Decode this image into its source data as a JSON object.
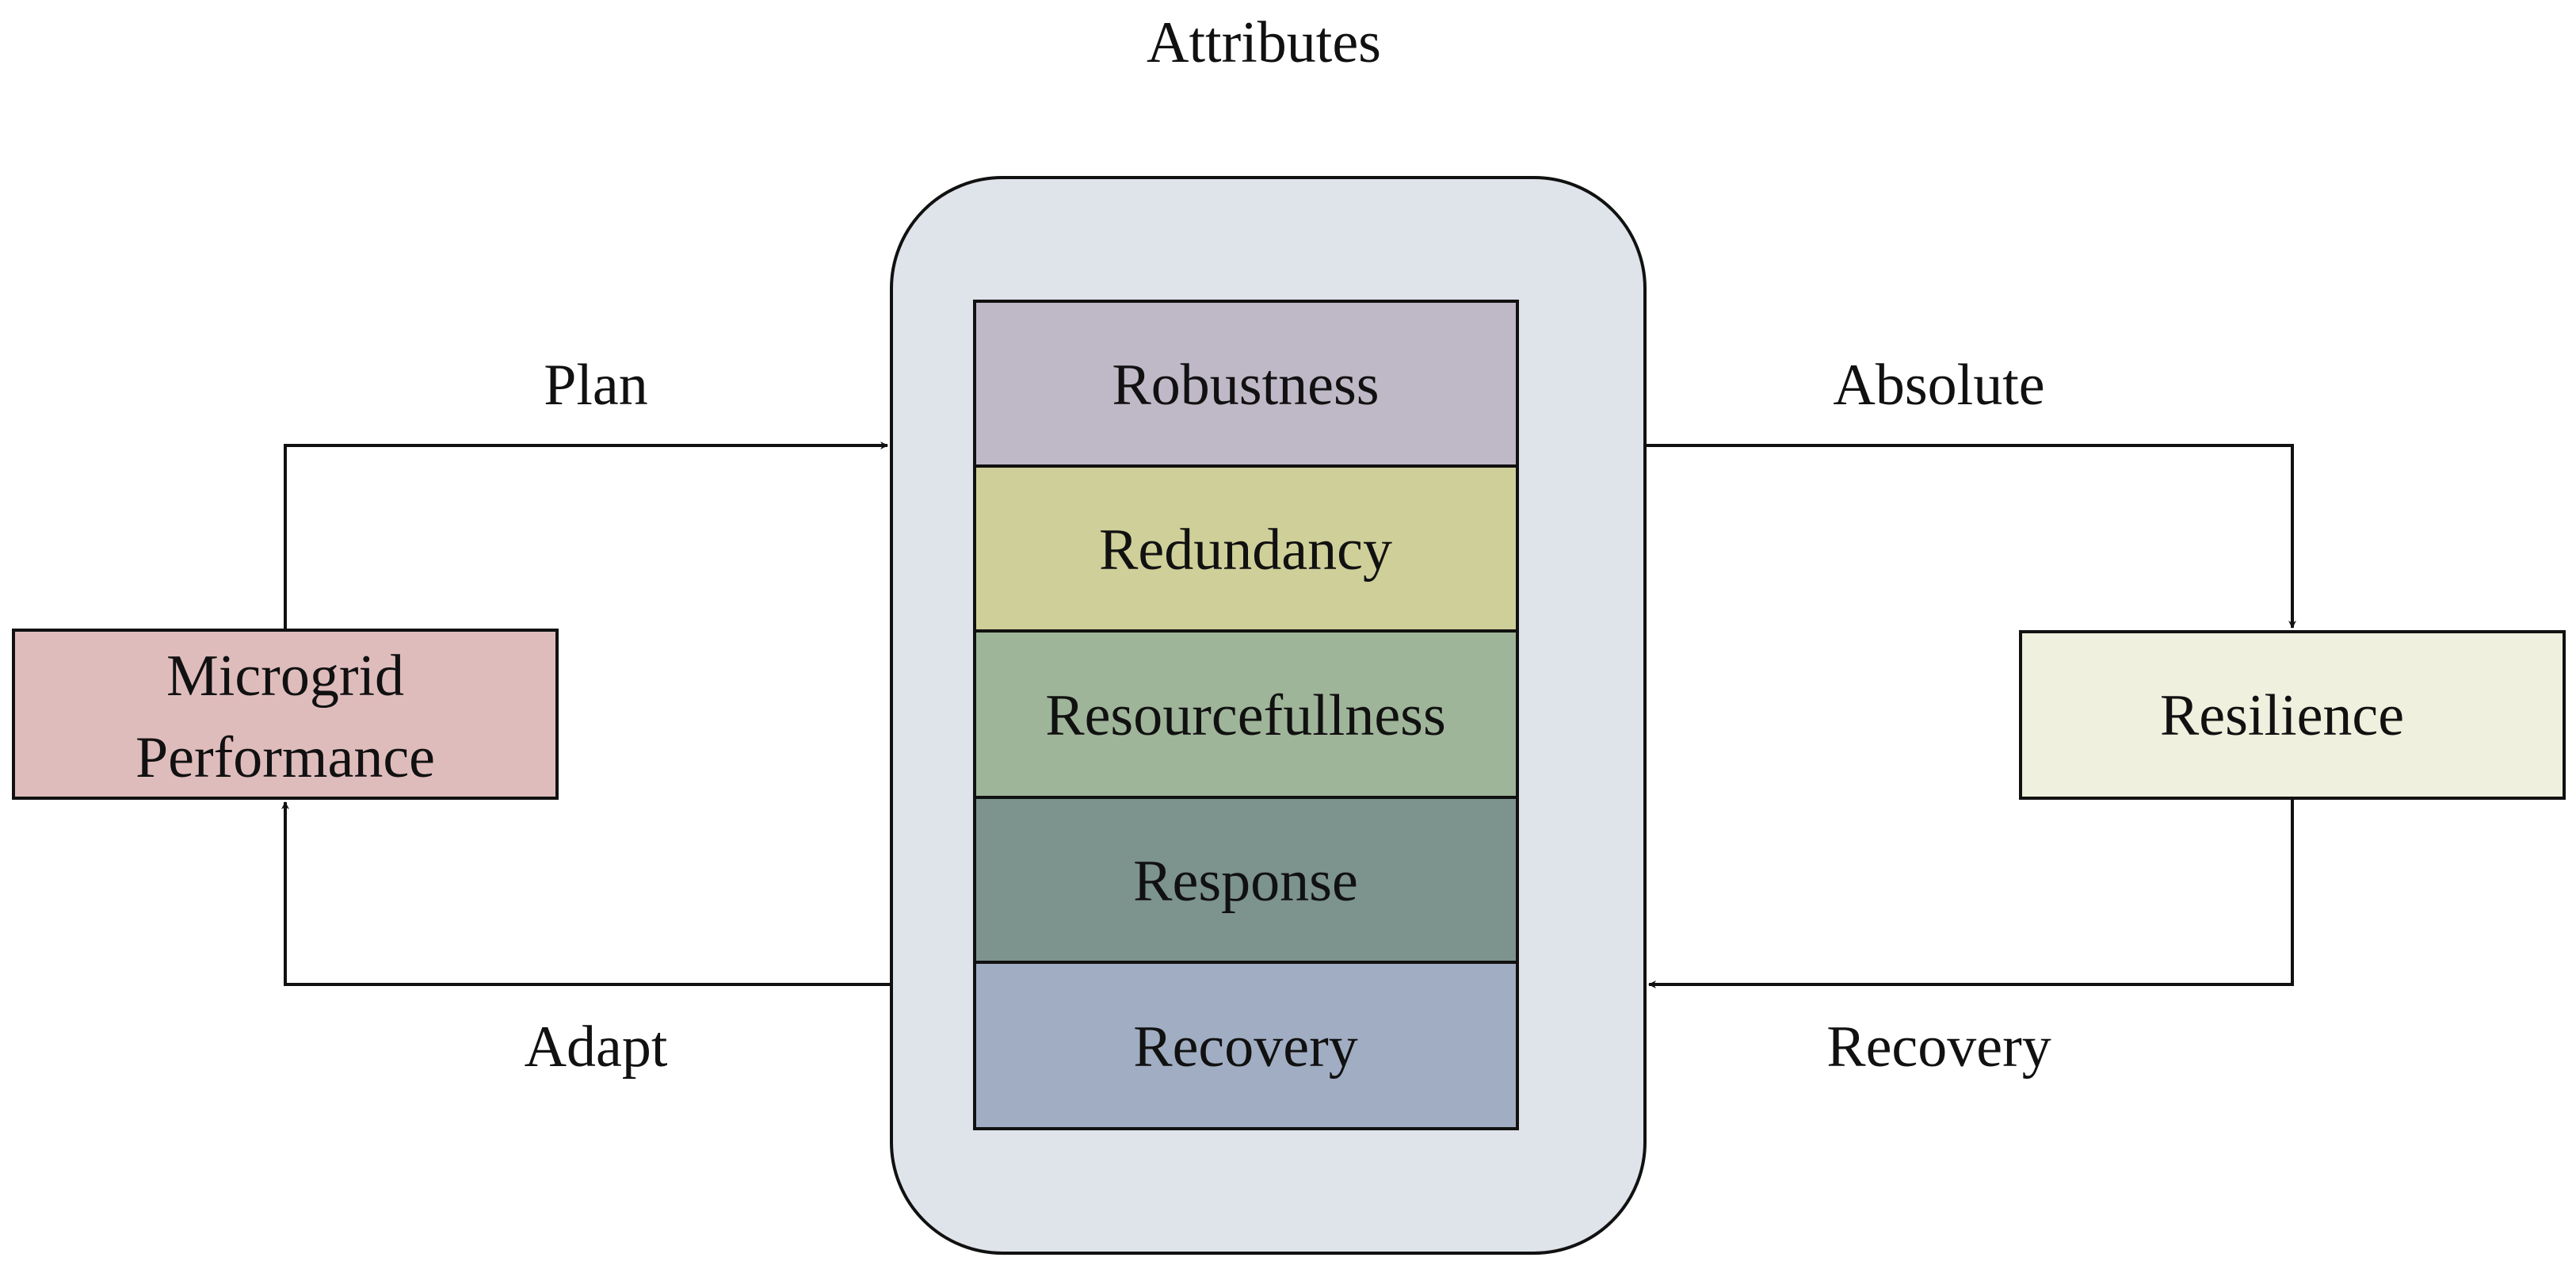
{
  "diagram": {
    "title": "Attributes",
    "left_box": {
      "line1": "Microgrid",
      "line2": "Performance",
      "fill": "#dfbcbc"
    },
    "right_box": {
      "label": "Resilience",
      "fill": "#eff0dd"
    },
    "container_fill": "#dfe3ea",
    "attributes": [
      {
        "label": "Robustness",
        "fill": "#bfb8c6"
      },
      {
        "label": "Redundancy",
        "fill": "#cfcf99"
      },
      {
        "label": "Resourcefullness",
        "fill": "#9fb599"
      },
      {
        "label": "Response",
        "fill": "#7d938d"
      },
      {
        "label": "Recovery",
        "fill": "#a0adc2"
      }
    ],
    "edges": {
      "plan": "Plan",
      "adapt": "Adapt",
      "absolute": "Absolute",
      "recovery": "Recovery"
    }
  }
}
